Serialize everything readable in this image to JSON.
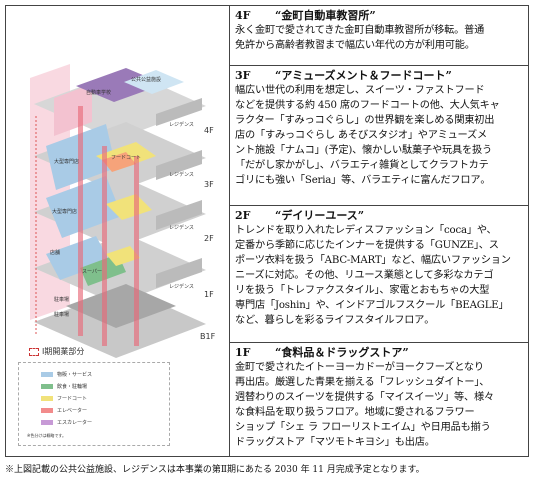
{
  "diagram": {
    "floors": [
      "4F",
      "3F",
      "2F",
      "1F",
      "B1F"
    ],
    "rooms": {
      "school": "自動車学校",
      "public": "公共公益施設",
      "res4": "レジデンス",
      "res3": "レジデンス",
      "res2": "レジデンス",
      "res1": "レジデンス",
      "shop3": "大型専門店",
      "food": "フードコート",
      "shop2": "大型専門店",
      "store": "店舗",
      "super": "スーパー",
      "park1": "駐車場",
      "park2": "駐車場"
    },
    "phase_label": "Ⅰ期開業部分",
    "legend": [
      {
        "label": "物販・サービス",
        "color": "#a9cbe6"
      },
      {
        "label": "飲食・駐輪場",
        "color": "#7fbf8c"
      },
      {
        "label": "フードコート",
        "color": "#f1e27a"
      },
      {
        "label": "エレベーター",
        "color": "#f28b8b"
      },
      {
        "label": "エスカレーター",
        "color": "#c79ad6"
      }
    ],
    "legend_note": "※色分けは概略です。"
  },
  "floors": [
    {
      "level": "4F",
      "title": "“金町自動車教習所”",
      "lines": [
        "永く金町で愛されてきた金町自動車教習所が移転。普通",
        "免許から高齢者教習まで幅広い年代の方が利用可能。"
      ]
    },
    {
      "level": "3F",
      "title": "“アミューズメント＆フードコート”",
      "lines": [
        "幅広い世代の利用を想定し、スイーツ・ファストフード",
        "などを提供する約 450 席のフードコートの他、大人気キャ",
        "ラクター「すみっコぐらし」の世界観を楽しめる関東初出",
        "店の「すみっコぐらし あそびスタジオ」やアミューズメ",
        "ント施設「ナムコ」(予定)、懐かしい駄菓子や玩具を扱う",
        "「だがし家かがし」、バラエティ雑貨としてクラフトカテ",
        "ゴリにも強い「Seria」等、バラエティに富んだフロア。"
      ]
    },
    {
      "level": "2F",
      "title": "“デイリーユース”",
      "lines": [
        "トレンドを取り入れたレディスファッション「coca」や、",
        "定番から季節に応じたインナーを提供する「GUNZE」、ス",
        "ポーツ衣料を扱う「ABC-MART」など、幅広いファッション",
        "ニーズに対応。その他、リユース業態として多彩なカテゴ",
        "リを扱う「トレファクスタイル」、家電とおもちゃの大型",
        "専門店「Joshin」や、インドアゴルフスクール「BEAGLE」",
        "など、暮らしを彩るライフスタイルフロア。"
      ]
    },
    {
      "level": "1F",
      "title": "“食料品＆ドラッグストア”",
      "lines": [
        "金町で愛されたイトーヨーカドーがヨークフーズとなり",
        "再出店。厳選した青果を揃える「フレッシュダイトー」、",
        "週替わりのスイーツを提供する「マイスイーツ」等、様々",
        "な食料品を取り扱うフロア。地域に愛されるフラワー",
        "ショップ「シェ ラ フローリストエイム」や日用品も揃う",
        "ドラッグストア「マツモトキヨシ」も出店。"
      ]
    }
  ],
  "footnote": "※上図記載の公共公益施設、レジデンスは本事業の第Ⅱ期にあたる 2030 年 11 月完成予定となります。"
}
